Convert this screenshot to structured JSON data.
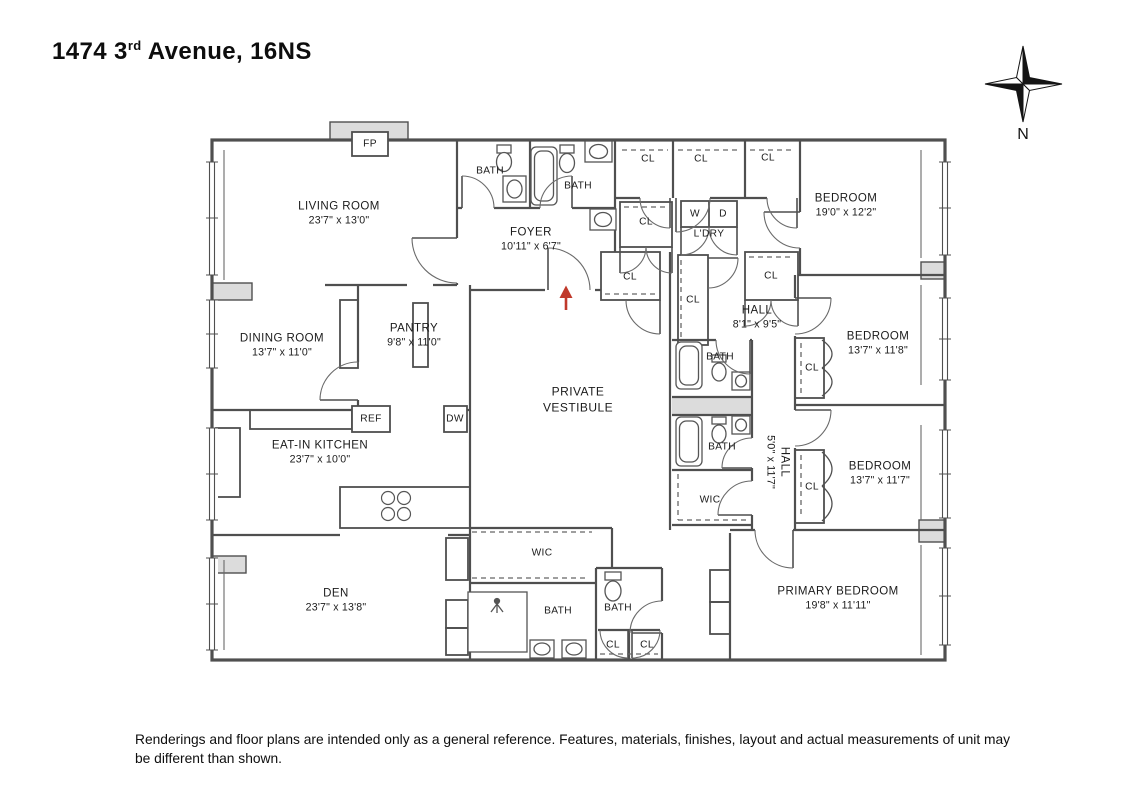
{
  "title": {
    "prefix": "1474 3",
    "superscript": "rd",
    "suffix": " Avenue, 16NS"
  },
  "compass": {
    "north_label": "N"
  },
  "rooms": [
    {
      "name": "LIVING ROOM",
      "dims": "23'7\" x 13'0\""
    },
    {
      "name": "FOYER",
      "dims": "10'11\" x 6'7\""
    },
    {
      "name": "BEDROOM",
      "dims": "19'0\" x 12'2\""
    },
    {
      "name": "DINING ROOM",
      "dims": "13'7\" x 11'0\""
    },
    {
      "name": "PANTRY",
      "dims": "9'8\" x 11'0\""
    },
    {
      "name": "HALL",
      "dims": "8'1\" x 9'5\""
    },
    {
      "name": "BEDROOM",
      "dims": "13'7\" x 11'8\""
    },
    {
      "name": "PRIVATE VESTIBULE",
      "dims": ""
    },
    {
      "name": "EAT-IN KITCHEN",
      "dims": "23'7\" x 10'0\""
    },
    {
      "name": "HALL",
      "dims": "5'0\" x 11'7\""
    },
    {
      "name": "BEDROOM",
      "dims": "13'7\" x 11'7\""
    },
    {
      "name": "DEN",
      "dims": "23'7\" x 13'8\""
    },
    {
      "name": "PRIMARY BEDROOM",
      "dims": "19'8\" x 11'11\""
    }
  ],
  "labels": {
    "fireplace": "FP",
    "bath": "BATH",
    "closet": "CL",
    "walk_in_closet": "WIC",
    "washer": "W",
    "dryer": "D",
    "laundry": "L'DRY",
    "refrigerator": "REF",
    "dishwasher": "DW"
  },
  "colors": {
    "wall": "#4f4f4f",
    "poche": "#dcdcdc",
    "entry_arrow": "#c0392b"
  },
  "disclaimer": "Renderings and floor plans are intended only as a general reference. Features, materials, finishes, layout and actual measurements of unit may be different than shown."
}
